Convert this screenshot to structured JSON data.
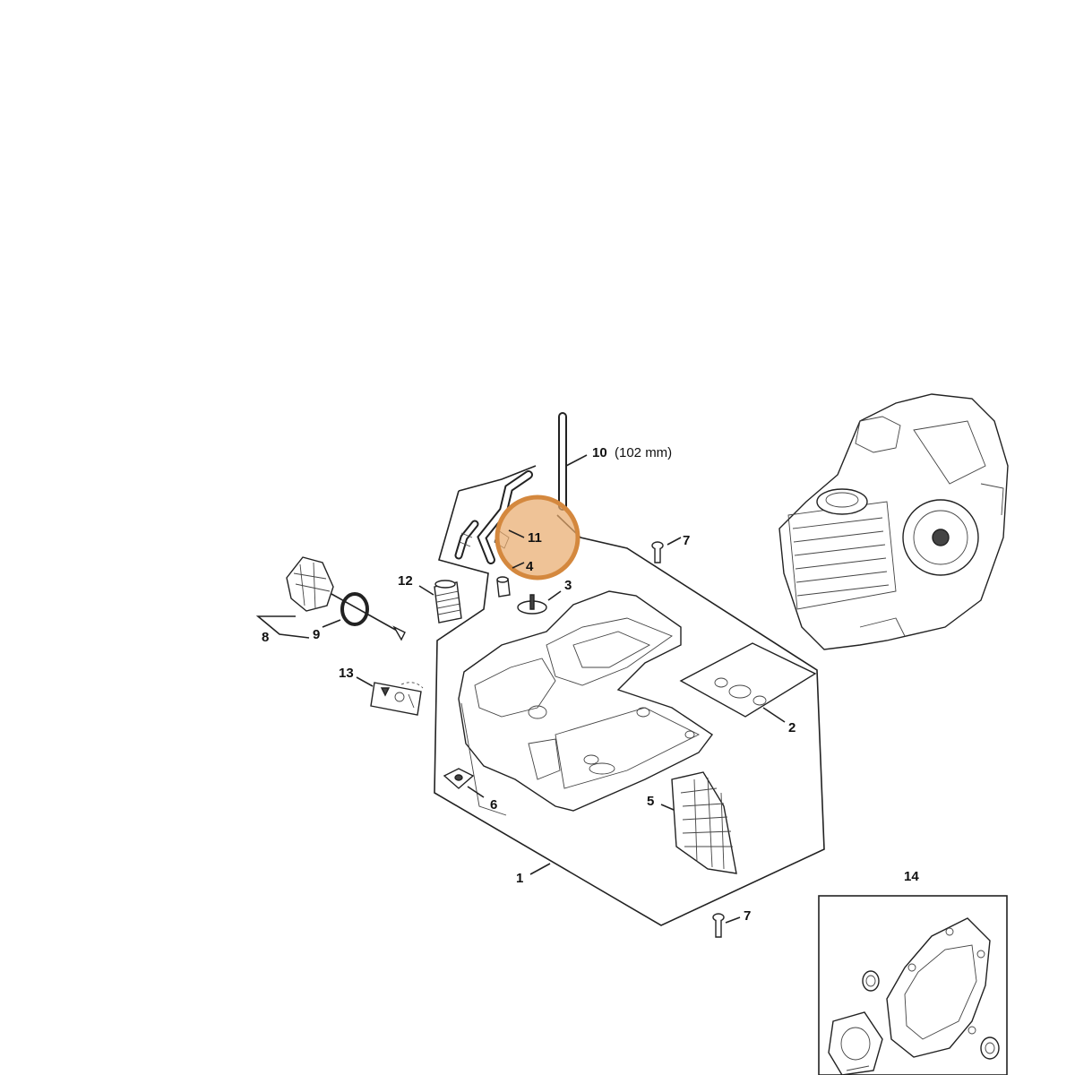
{
  "callouts": {
    "c1": "1",
    "c2": "2",
    "c3": "3",
    "c4": "4",
    "c5": "5",
    "c6": "6",
    "c7a": "7",
    "c7b": "7",
    "c8": "8",
    "c9": "9",
    "c10": "10",
    "c10_note": "(102 mm)",
    "c11": "11",
    "c12": "12",
    "c13": "13",
    "c14": "14"
  },
  "highlight": {
    "color": "#e8a96b",
    "stroke": "#d4883e",
    "target": "11"
  }
}
